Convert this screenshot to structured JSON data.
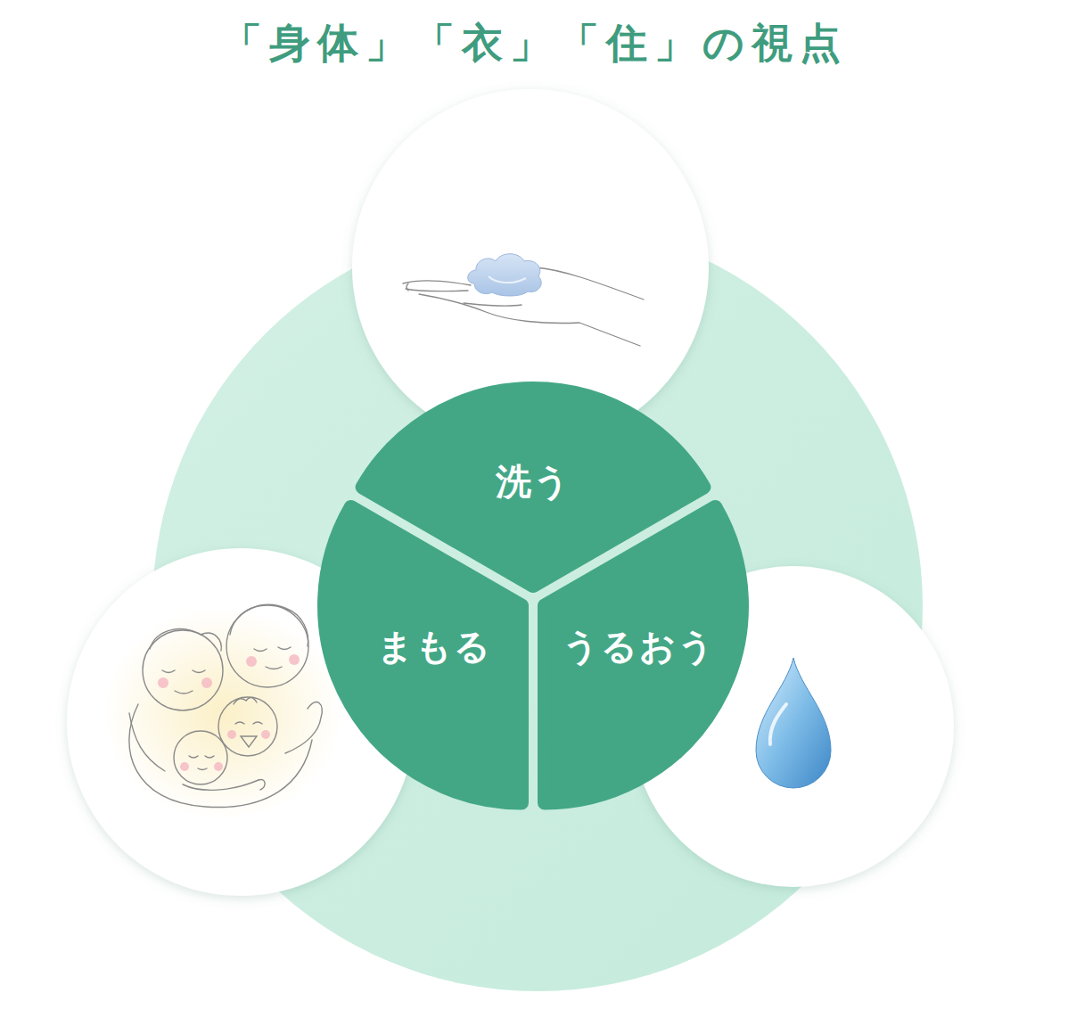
{
  "diagram": {
    "title": "「身体」「衣」「住」の視点",
    "nodes": [
      {
        "text": [
          "洗う"
        ]
      },
      {
        "text": [
          "まもる"
        ]
      },
      {
        "text": [
          "うるおう"
        ]
      }
    ]
  }
}
